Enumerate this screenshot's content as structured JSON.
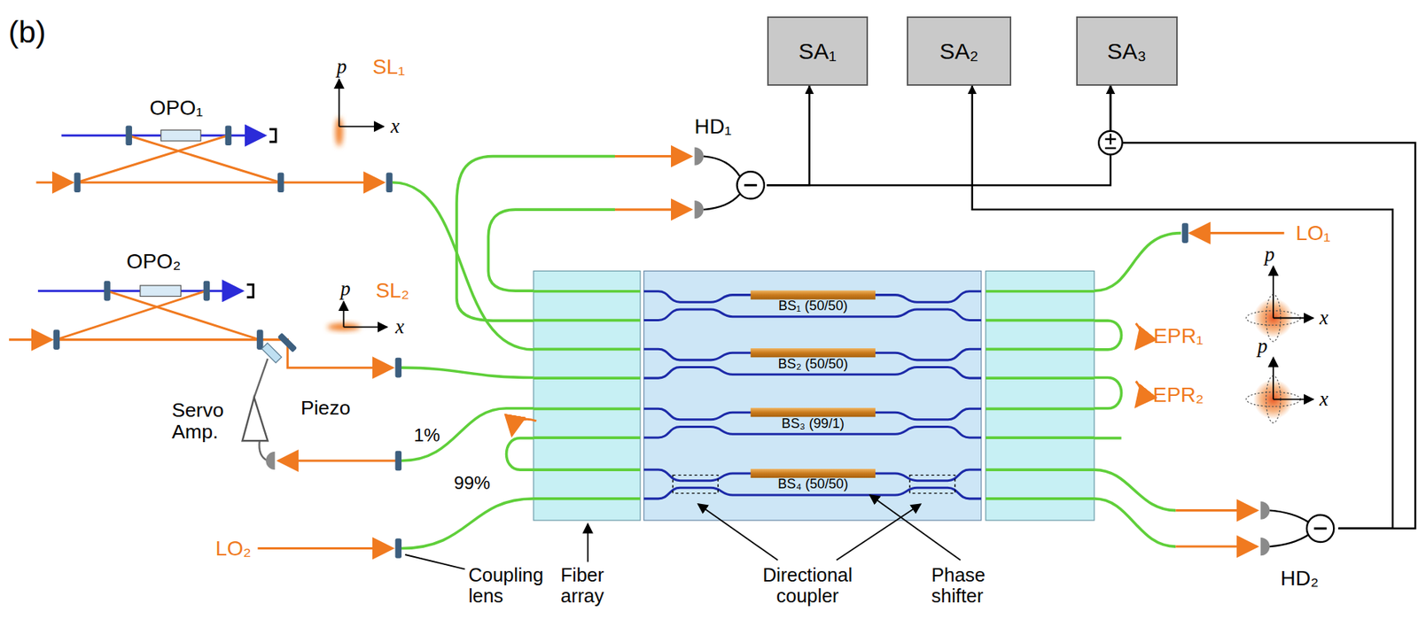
{
  "diagram": {
    "nodes": [
      {
        "text": [
          "SA₁"
        ]
      },
      {
        "text": [
          "SA₂"
        ]
      },
      {
        "text": [
          "SA₃"
        ]
      },
      {
        "text": [
          "HD₁"
        ]
      },
      {
        "text": [
          "HD₂"
        ]
      }
    ],
    "edges": [
      {
        "from": 3,
        "to": 0,
        "arrow": "to"
      },
      {
        "from": 3,
        "to": 2,
        "arrow": "to"
      },
      {
        "from": 4,
        "to": 1,
        "arrow": "to"
      },
      {
        "from": 4,
        "to": 2,
        "arrow": "to"
      }
    ],
    "labels": [
      "(b)",
      "OPO₁",
      "p",
      "x",
      "SL₁",
      "OPO₂",
      "p",
      "x",
      "SL₂",
      "Piezo",
      "Servo Amp.",
      "1%",
      "99%",
      "LO₂",
      "Coupling lens",
      "Fiber array",
      "Directional coupler",
      "Phase shifter",
      "BS₁ (50/50)",
      "BS₂ (50/50)",
      "BS₃ (99/1)",
      "BS₄ (50/50)",
      "LO₁",
      "EPR₁",
      "p",
      "x",
      "EPR₂",
      "p",
      "x"
    ]
  }
}
